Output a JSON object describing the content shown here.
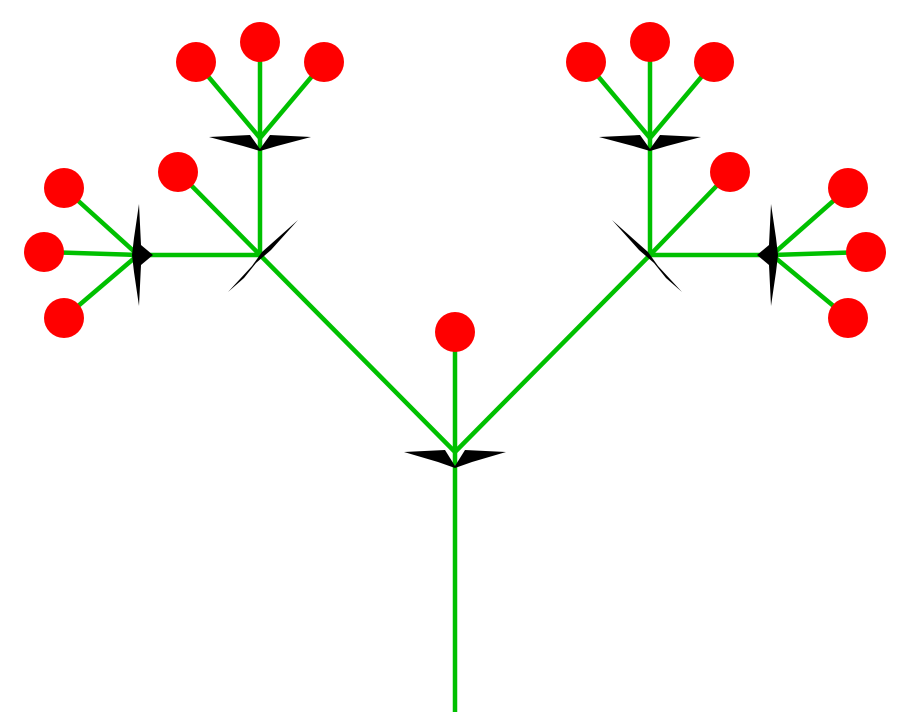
{
  "colors": {
    "stem": "#00c000",
    "flower": "#ff0000",
    "bract": "#000000",
    "background": "#ffffff"
  },
  "structure": {
    "type": "compound inflorescence",
    "main_branches": 3,
    "terminal_flower_on_main_axis": true,
    "secondary_branches_per_side": 2,
    "flowers_per_terminal_cluster": 3,
    "single_lateral_flowers": 2,
    "total_flowers": 15
  }
}
